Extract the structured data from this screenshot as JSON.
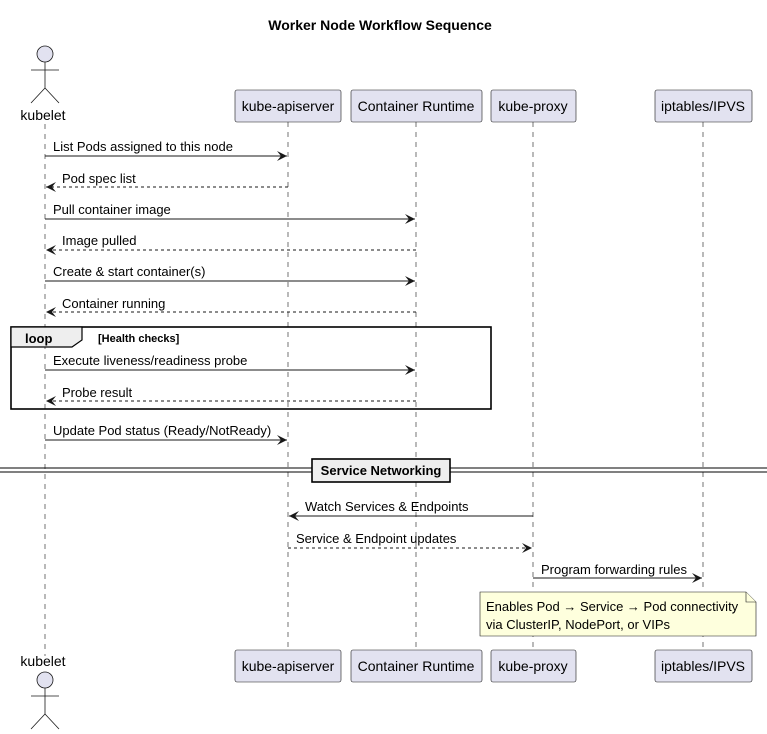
{
  "title": "Worker Node Workflow Sequence",
  "participants": [
    {
      "id": "kubelet",
      "label": "kubelet",
      "kind": "actor"
    },
    {
      "id": "apiserver",
      "label": "kube-apiserver",
      "kind": "participant"
    },
    {
      "id": "runtime",
      "label": "Container Runtime",
      "kind": "participant"
    },
    {
      "id": "proxy",
      "label": "kube-proxy",
      "kind": "participant"
    },
    {
      "id": "ipvs",
      "label": "iptables/IPVS",
      "kind": "participant"
    }
  ],
  "messages": [
    {
      "from": "kubelet",
      "to": "apiserver",
      "label": "List Pods assigned to this node",
      "style": "solid"
    },
    {
      "from": "apiserver",
      "to": "kubelet",
      "label": "Pod spec list",
      "style": "dashed"
    },
    {
      "from": "kubelet",
      "to": "runtime",
      "label": "Pull container image",
      "style": "solid"
    },
    {
      "from": "runtime",
      "to": "kubelet",
      "label": "Image pulled",
      "style": "dashed"
    },
    {
      "from": "kubelet",
      "to": "runtime",
      "label": "Create & start container(s)",
      "style": "solid"
    },
    {
      "from": "runtime",
      "to": "kubelet",
      "label": "Container running",
      "style": "dashed"
    },
    {
      "from": "kubelet",
      "to": "runtime",
      "label": "Execute liveness/readiness probe",
      "style": "solid"
    },
    {
      "from": "runtime",
      "to": "kubelet",
      "label": "Probe result",
      "style": "dashed"
    },
    {
      "from": "kubelet",
      "to": "apiserver",
      "label": "Update Pod status (Ready/NotReady)",
      "style": "solid"
    },
    {
      "from": "proxy",
      "to": "apiserver",
      "label": "Watch Services & Endpoints",
      "style": "solid"
    },
    {
      "from": "apiserver",
      "to": "proxy",
      "label": "Service & Endpoint updates",
      "style": "dashed"
    },
    {
      "from": "proxy",
      "to": "ipvs",
      "label": "Program forwarding rules",
      "style": "solid"
    }
  ],
  "loop": {
    "keyword": "loop",
    "condition": "[Health checks]"
  },
  "divider": {
    "label": "Service Networking"
  },
  "note": {
    "lines": [
      "Enables Pod → Service → Pod connectivity",
      "via ClusterIP, NodePort, or VIPs"
    ]
  },
  "colors": {
    "participant_fill": "#e2e2f0",
    "note_fill": "#feffdd",
    "line": "#181818"
  }
}
